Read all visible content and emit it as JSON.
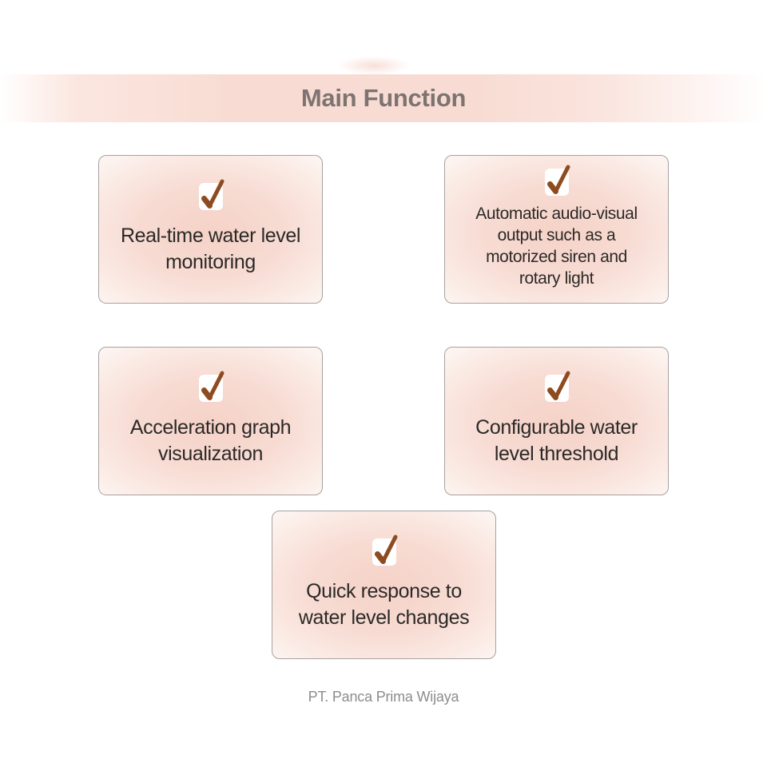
{
  "header": {
    "title": "Main Function"
  },
  "cards": [
    {
      "name": "real-time-water-level-monitoring",
      "icon": "check-icon",
      "lines": [
        "Real-time water level",
        "monitoring"
      ]
    },
    {
      "name": "automatic-audio-visual-output",
      "icon": "check-icon",
      "lines": [
        "Automatic audio-visual",
        "output such as a",
        "motorized siren and",
        "rotary light"
      ]
    },
    {
      "name": "acceleration-graph-visualization",
      "icon": "check-icon",
      "lines": [
        "Acceleration graph",
        "visualization"
      ]
    },
    {
      "name": "configurable-water-level-threshold",
      "icon": "check-icon",
      "lines": [
        "Configurable water",
        "level threshold"
      ]
    },
    {
      "name": "quick-response-to-water-level-changes",
      "icon": "check-icon",
      "lines": [
        "Quick response to",
        "water level changes"
      ]
    }
  ],
  "footer": {
    "company": "PT. Panca Prima Wijaya"
  },
  "colors": {
    "band_pink": "#f8dcd3",
    "title_gray": "#7d7370",
    "card_text_dark": "#2b2928",
    "check_brown": "#8e4b20",
    "card_border_gray": "#a7a2a0",
    "footer_gray": "#8d8d8d"
  }
}
